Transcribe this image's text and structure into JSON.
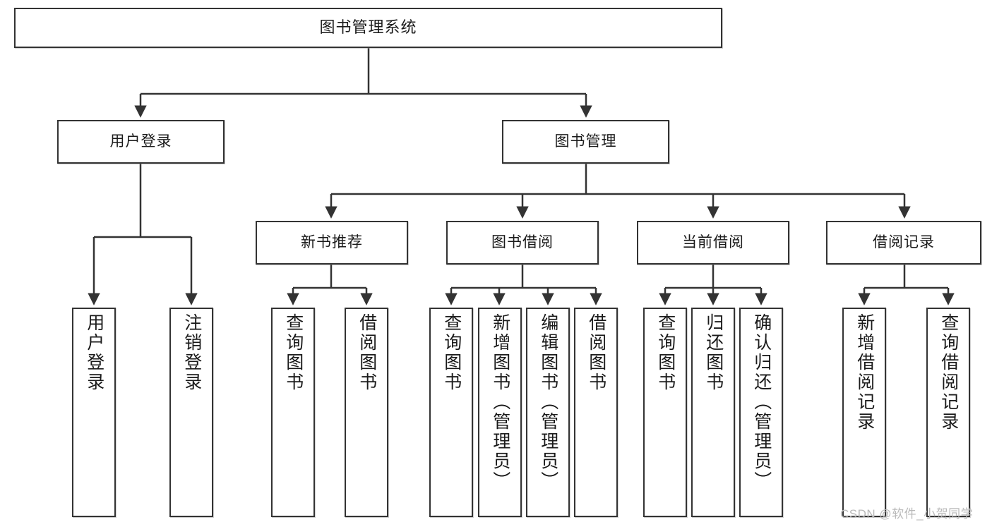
{
  "diagram": {
    "title": "图书管理系统",
    "type": "hierarchy-tree",
    "watermark": "CSDN @软件_小贺同学",
    "colors": {
      "box_border": "#333333",
      "box_fill": "#ffffff",
      "edge": "#333333",
      "text": "#1a1a1a",
      "watermark": "#b9b9b9",
      "background": "#ffffff"
    },
    "levels": {
      "root_label": "图书管理系统",
      "level2": [
        "用户登录",
        "图书管理"
      ],
      "level3": [
        "新书推荐",
        "图书借阅",
        "当前借阅",
        "借阅记录"
      ]
    }
  },
  "nodes": {
    "root": {
      "label": "图书管理系统"
    },
    "user_login": {
      "label": "用户登录"
    },
    "book_manage": {
      "label": "图书管理"
    },
    "new_book_rec": {
      "label": "新书推荐"
    },
    "book_borrow": {
      "label": "图书借阅"
    },
    "current_borrow": {
      "label": "当前借阅"
    },
    "borrow_record": {
      "label": "借阅记录"
    },
    "leaf_user_login": {
      "label": "用户登录"
    },
    "leaf_logout": {
      "label": "注销登录"
    },
    "leaf_rec_query_book": {
      "label": "查询图书"
    },
    "leaf_rec_borrow_book": {
      "label": "借阅图书"
    },
    "leaf_borrow_query_book": {
      "label": "查询图书"
    },
    "leaf_add_book_admin": {
      "label": "新增图书（管理员）"
    },
    "leaf_edit_book_admin": {
      "label": "编辑图书（管理员）"
    },
    "leaf_borrow_book": {
      "label": "借阅图书"
    },
    "leaf_cur_query_book": {
      "label": "查询图书"
    },
    "leaf_return_book": {
      "label": "归还图书"
    },
    "leaf_confirm_return_admin": {
      "label": "确认归还（管理员）"
    },
    "leaf_add_record": {
      "label": "新增借阅记录"
    },
    "leaf_query_record": {
      "label": "查询借阅记录"
    }
  }
}
